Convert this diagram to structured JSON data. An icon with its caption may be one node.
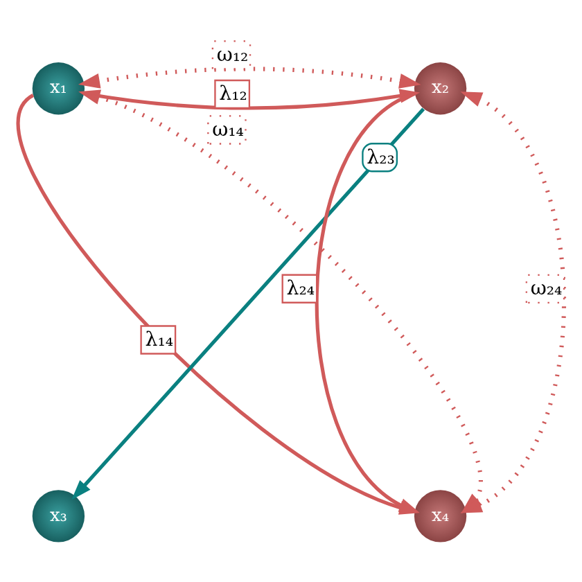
{
  "diagram": {
    "nodes": [
      {
        "text": [
          "x₁"
        ]
      },
      {
        "text": [
          "x₂"
        ]
      },
      {
        "text": [
          "x₃"
        ]
      },
      {
        "text": [
          "x₄"
        ]
      }
    ],
    "edges": [
      {
        "from": 0,
        "to": 1,
        "arrow": "to",
        "label": "λ₁₂"
      },
      {
        "from": 0,
        "to": 3,
        "arrow": "to",
        "label": "λ₁₄"
      },
      {
        "from": 1,
        "to": 2,
        "arrow": "to",
        "label": "λ₂₃",
        "color": "#0a8080"
      },
      {
        "from": 1,
        "to": 3,
        "arrow": "to",
        "label": "λ₂₄"
      },
      {
        "from": 0,
        "to": 1,
        "arrow": "both",
        "label": "ω₁₂",
        "style": "dashed"
      },
      {
        "from": 0,
        "to": 3,
        "arrow": "both",
        "label": "ω₁₄",
        "style": "dashed"
      },
      {
        "from": 1,
        "to": 3,
        "arrow": "both",
        "label": "ω₂₄",
        "style": "dashed"
      }
    ]
  }
}
